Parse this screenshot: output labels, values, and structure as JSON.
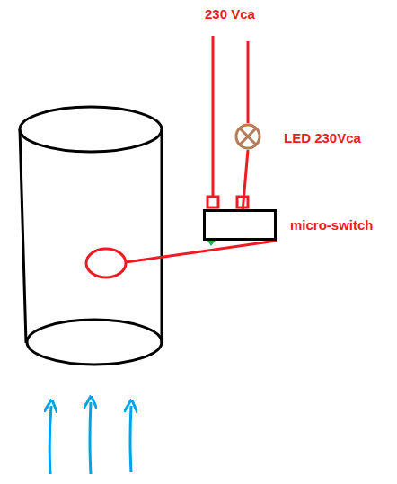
{
  "diagram": {
    "nodes": [
      {
        "text": [
          "micro-switch"
        ]
      },
      {
        "text": [
          "LED 230Vca"
        ]
      }
    ],
    "edges": [
      {
        "from": 1,
        "to": 0,
        "arrow": "none"
      }
    ],
    "labels": [
      "230 Vca"
    ]
  }
}
